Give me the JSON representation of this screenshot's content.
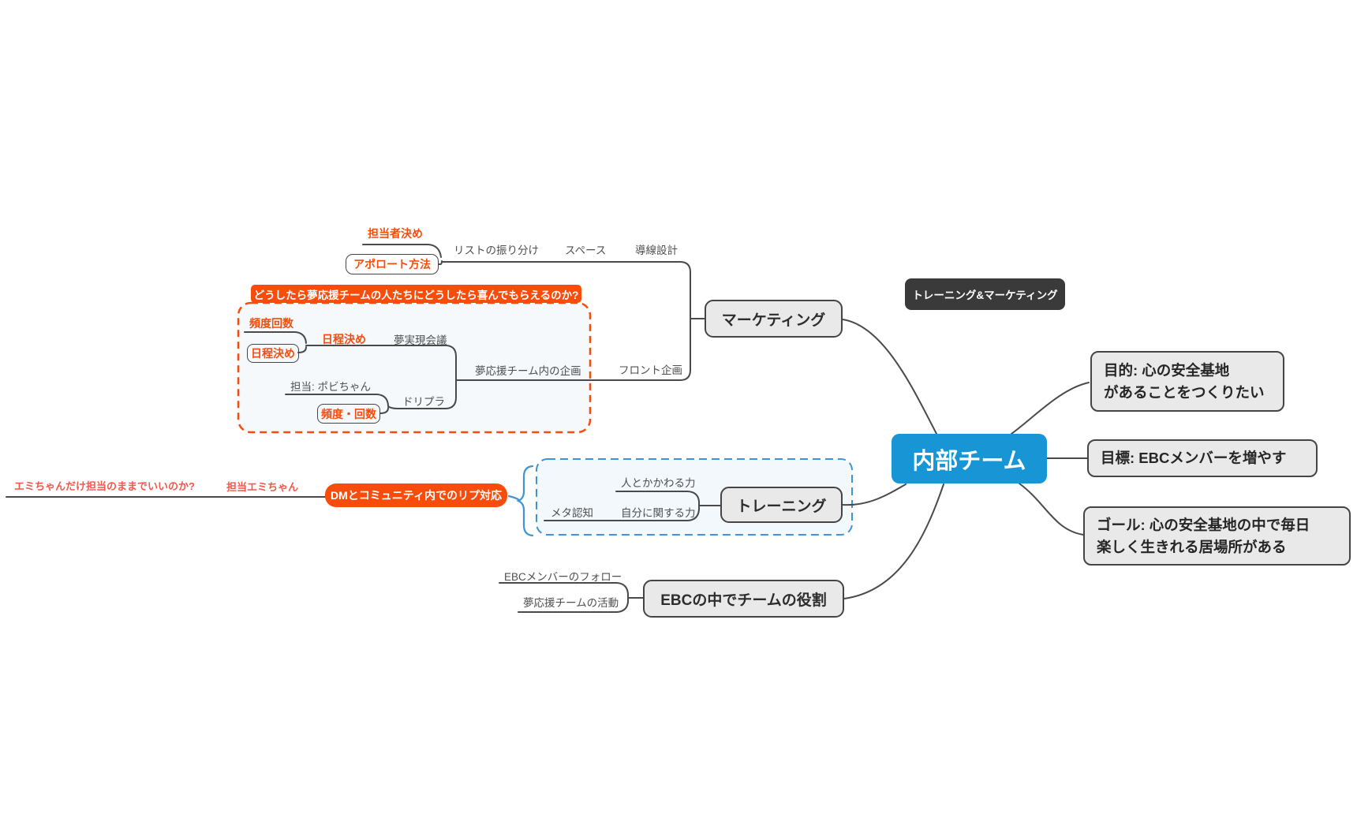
{
  "colors": {
    "accent_red": "#f74c0c",
    "salmon_red": "#f4564a",
    "root_blue": "#1895d5",
    "link_gray": "#4a4a4a",
    "node_fill": "#e9e9e9",
    "node_border": "#454545",
    "dark_label_bg": "#3a3a3a",
    "boundary_fill": "#f5f9fc",
    "boundary_blue": "#3f94d1"
  },
  "root": {
    "label": "内部チーム"
  },
  "floating_label": {
    "label": "トレーニング&マーケティング"
  },
  "goals": {
    "purpose": "目的: 心の安全基地\nがあることをつくりたい",
    "target": "目標: EBCメンバーを増やす",
    "goal": "ゴール: 心の安全基地の中で毎日\n楽しく生きれる居場所がある"
  },
  "marketing": {
    "label": "マーケティング",
    "front_plan": "フロント企画",
    "line_design": "導線設計",
    "space": "スペース",
    "list_sorting": "リストの振り分け",
    "person_decide": "担当者決め",
    "appointment_method": "アポロート方法",
    "question_banner": "どうしたら夢応援チームの人たちにどうしたら喜んでもらえるのか?",
    "team_plan": "夢応援チーム内の企画",
    "dream_meeting": "夢実現会議",
    "schedule_label": "日程決め",
    "schedule_boxed": "日程決め",
    "frequency": "頻度回数",
    "frequency_boxed": "頻度・回数",
    "popi": "担当: ポビちゃん",
    "dripla": "ドリプラ"
  },
  "training": {
    "label": "トレーニング",
    "meta": "メタ認知",
    "people_skill": "人とかかわる力",
    "self_skill": "自分に関する力",
    "dm_reply": "DMとコミュニティ内でのリプ対応",
    "emi": "担当エミちゃん",
    "emi_question": "エミちゃんだけ担当のままでいいのか?"
  },
  "ebc": {
    "label": "EBCの中でチームの役割",
    "follow": "EBCメンバーのフォロー",
    "activity": "夢応援チームの活動"
  }
}
